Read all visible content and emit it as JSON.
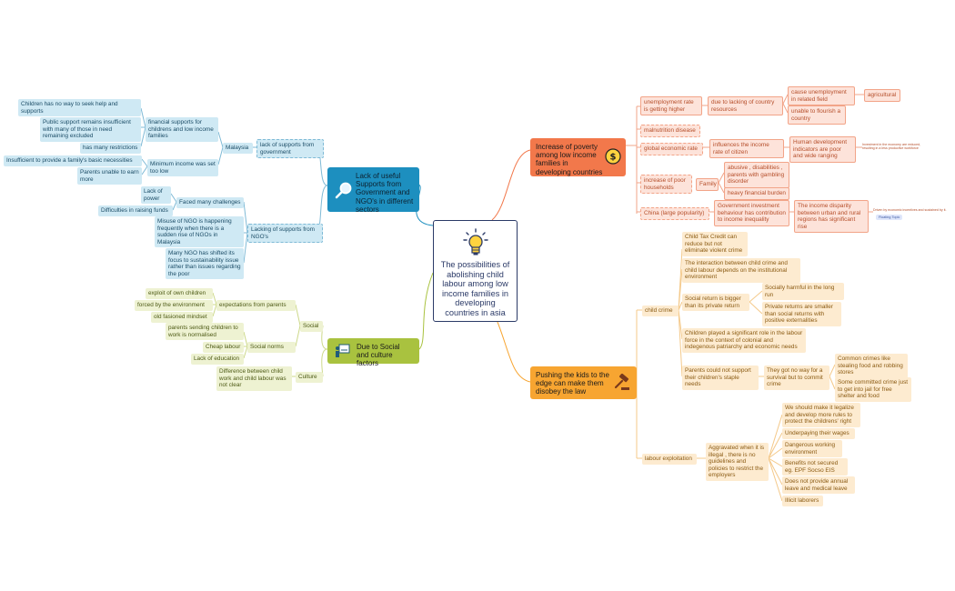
{
  "center": {
    "text": "The possibilities of abolishing child labour among low income families in developing countries in asia",
    "icon": "lightbulb-icon"
  },
  "topics": {
    "poverty": {
      "title": "Increase of poverty among low income families in developing countries",
      "icon": "dollar-coin-icon",
      "unemployment": "unemployment rate is getting higher",
      "lacking": "due to lacking of country resources",
      "cause_unemp": "cause unemployment in related field",
      "agricultural": "agricultural",
      "unable": "unable to flourish a country",
      "malnutrition": "malnutrition disease",
      "global": "global economic rate",
      "influences": "influences the income rate of citizen",
      "hdi": "Human development indicators are poor and wide ranging",
      "hdi_note": "Investment in the economy are reduced, resulting in a less productive workforce",
      "poor_households": "increase of poor households",
      "family": "Family",
      "abusive": "abusive , disabilities , parents with gambling disorder",
      "heavy": "heavy financial burden",
      "china": "China (large popularity)",
      "gov_invest": "Government investment behaviour has contribution to income inequality",
      "disparity": "The income disparity between urban and rural regions has significant rise",
      "disparity_note": "Driven by economic incentives and sustained by it.",
      "floating": "Floating Topic"
    },
    "support": {
      "title": "Lack of useful Supports from Government and NGO's in different sectors",
      "icon": "magnifier-icon",
      "lack_gov": "lack of supports from government",
      "malaysia": "Malaysia",
      "financial": "financial supports for childrens and low income families",
      "no_way": "Children has no way to seek help and supports",
      "public": "Public support remains insufficient with many of those in need remaining excluded",
      "restrictions": "has many restrictions",
      "min_income": "Minimum income was set too low",
      "insufficient": "Insufficient to provide a family's basic necessities",
      "unable_earn": "Parents unable to earn more",
      "lacking_ngo": "Lacking of supports from NGO's",
      "challenges": "Faced many challenges",
      "lack_power": "Lack of power",
      "funds": "Difficulties in raising funds",
      "misuse": "Misuse of NGO is happening frequently when there is a sudden rise of NGOs in Malaysia",
      "shifted": "Many NGO has shifted its focus to sustainability issue rather than issues regarding the poor"
    },
    "social": {
      "title": "Due to Social and culture factors",
      "icon": "presenter-board-icon",
      "social": "Social",
      "expectations": "expectations from parents",
      "exploit": "exploit of own children",
      "forced": "forced by the environment",
      "fasioned": "old fasioned mindset",
      "norms": "Social norms",
      "normalised": "parents sending children to work is normalised",
      "cheap": "Cheap labour",
      "education": "Lack of education",
      "culture": "Culture",
      "difference": "Difference between child work and child labour was not clear"
    },
    "edge": {
      "title": "Pushing the kids to the edge can make them disobey the law",
      "icon": "gavel-icon",
      "child_crime": "child crime",
      "tax": "Child Tax Credit can reduce but not eliminate violent crime",
      "interaction": "The interaction between child crime and child labour depends on the institutional environment",
      "social_return": "Social return is bigger than its private return",
      "harmful": "Socially harmful in the long run",
      "private": "Private returns are smaller than social returns with positive externalities",
      "played": "Children played a significant role in the labour force in the context of colonial and indegenous patriarchy and economic needs",
      "parents_could": "Parents could not support their children's staple needs",
      "no_way": "They got no way for a survival but to commit crime",
      "common": "Common crimes like stealing food and robbing stores",
      "jail": "Some committed crime just to get into jail for free shelter and food",
      "exploitation": "labour exploitation",
      "aggravated": "Aggravated when it is illegal , there is no guidelines and policies to restrict the employers",
      "legalize": "We should make it legalize and develop more rules to protect the childrens' right",
      "underpaying": "Underpaying their wages",
      "dangerous": "Dangerous working environment",
      "benefits": "Benefits not secured eg. EPF Socso EIS",
      "annual": "Does not provide annual leave and medical leave",
      "illicit": "Illicit laborers"
    }
  },
  "colors": {
    "orange": "#f2784b",
    "blue": "#1d8fbf",
    "green": "#a9c23f",
    "amber": "#f7a531",
    "navy": "#2b3a67"
  }
}
